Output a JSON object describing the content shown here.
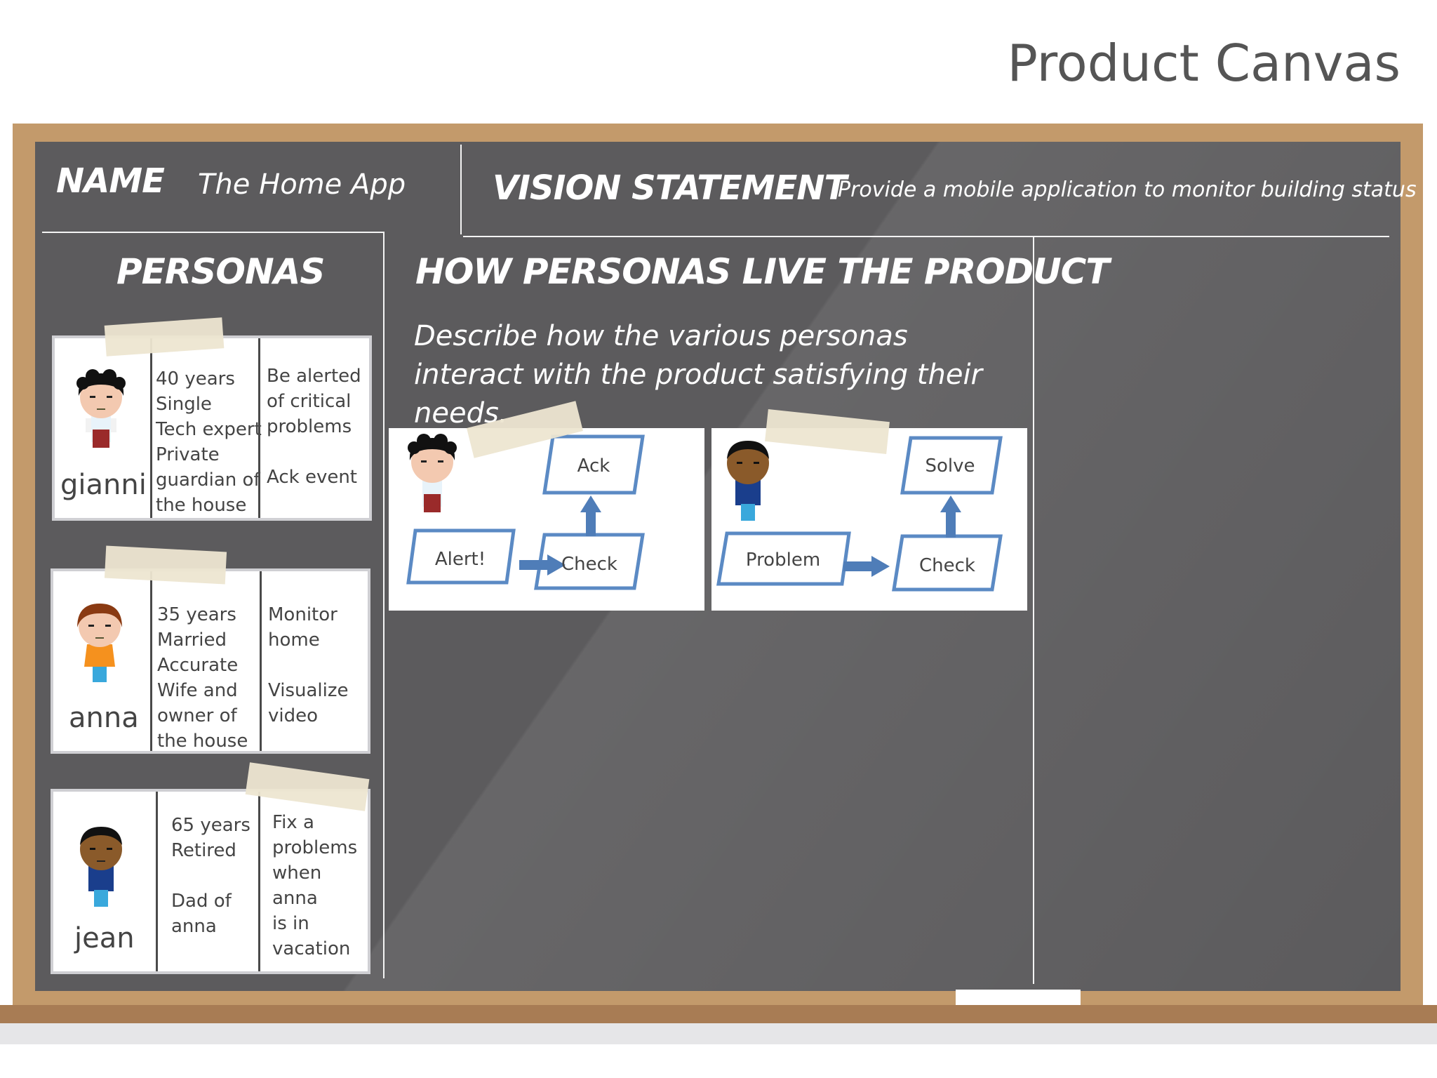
{
  "title": "Product Canvas",
  "header": {
    "name_label": "NAME",
    "name_value": "The Home App",
    "vision_label": "VISION STATEMENT",
    "vision_value": "Provide a mobile application to monitor building status"
  },
  "personas_heading": "PERSONAS",
  "how_heading": "HOW PERSONAS LIVE THE PRODUCT",
  "how_description": "Describe how the various personas interact with the product satisfying their needs.",
  "personas": [
    {
      "name": "gianni",
      "details": "40 years\nSingle\nTech expert\nPrivate\nguardian of\nthe house",
      "needs": "Be alerted\nof critical\nproblems\n\nAck event"
    },
    {
      "name": "anna",
      "details": "35 years\nMarried\nAccurate\nWife and\nowner of\nthe house",
      "needs": "Monitor\nhome\n\nVisualize\nvideo"
    },
    {
      "name": "jean",
      "details": "65 years\nRetired\n\nDad of\nanna",
      "needs": "Fix a\nproblems\nwhen anna\nis in\nvacation"
    }
  ],
  "flows": [
    {
      "start": "Alert!",
      "middle": "Check",
      "end": "Ack"
    },
    {
      "start": "Problem",
      "middle": "Check",
      "end": "Solve"
    }
  ],
  "colors": {
    "board": "#5c5b5d",
    "frame": "#c39a6b",
    "box_stroke": "#5b8ac4",
    "arrow": "#4f7db8"
  }
}
